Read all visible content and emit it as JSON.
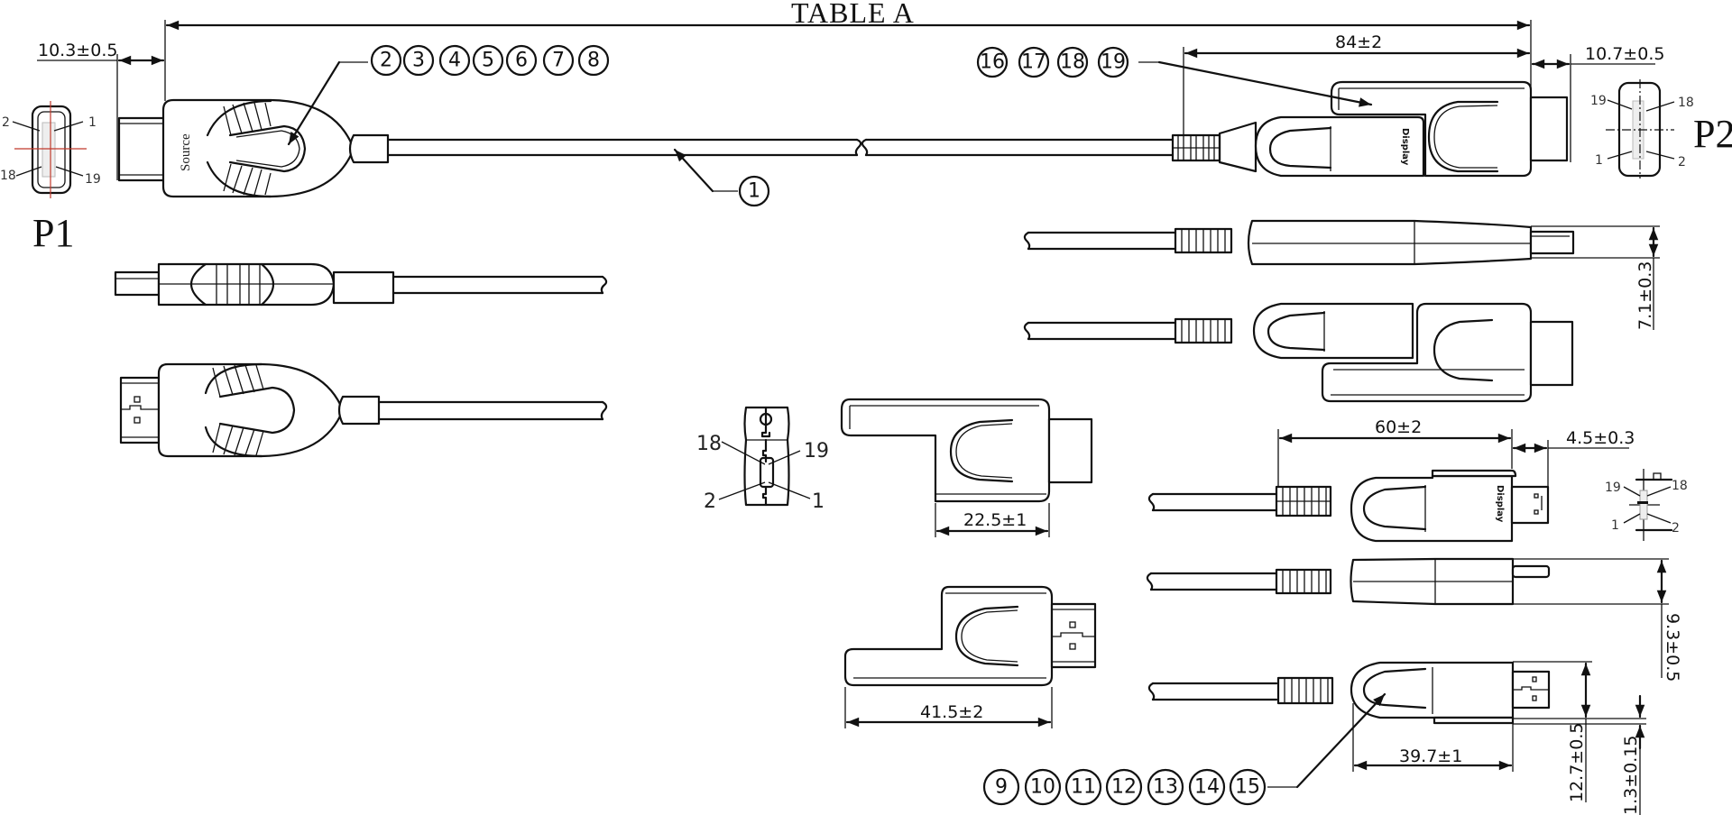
{
  "title": "TABLE A",
  "port_labels": {
    "p1": "P1",
    "p2": "P2"
  },
  "connector_text": {
    "source": "Source",
    "display": "Display"
  },
  "balloons": {
    "cable": [
      "1"
    ],
    "source_connector": [
      "2",
      "3",
      "4",
      "5",
      "6",
      "7",
      "8"
    ],
    "adapter_connector": [
      "9",
      "10",
      "11",
      "12",
      "13",
      "14",
      "15"
    ],
    "display_connector": [
      "16",
      "17",
      "18",
      "19"
    ]
  },
  "dimensions": {
    "p1_tip": "10.3±0.5",
    "p2_tip": "10.7±0.5",
    "display_body": "84±2",
    "side_thickness": "7.1±0.3",
    "hdmi_adapter_short": "22.5±1",
    "hdmi_adapter_long": "41.5±2",
    "micro_body": "60±2",
    "micro_tip": "4.5±0.3",
    "micro_side_thickness": "9.3±0.5",
    "micro_adapter_body": "39.7±1",
    "micro_adapter_height": "12.7±0.5",
    "micro_adapter_step": "1.3±0.15"
  },
  "pinouts": {
    "p1": {
      "top_left": "2",
      "top_right": "1",
      "bottom_left": "18",
      "bottom_right": "19"
    },
    "p2": {
      "top_left": "19",
      "top_right": "18",
      "bottom_left": "1",
      "bottom_right": "2"
    },
    "mini": {
      "top_left": "18",
      "top_right": "19",
      "bottom_left": "2",
      "bottom_right": "1"
    },
    "micro": {
      "top_left": "19",
      "top_right": "18",
      "bottom_left": "1",
      "bottom_right": "2"
    }
  },
  "colors": {
    "line": "#111111",
    "centerline": "#c0392b",
    "background": "#ffffff"
  }
}
